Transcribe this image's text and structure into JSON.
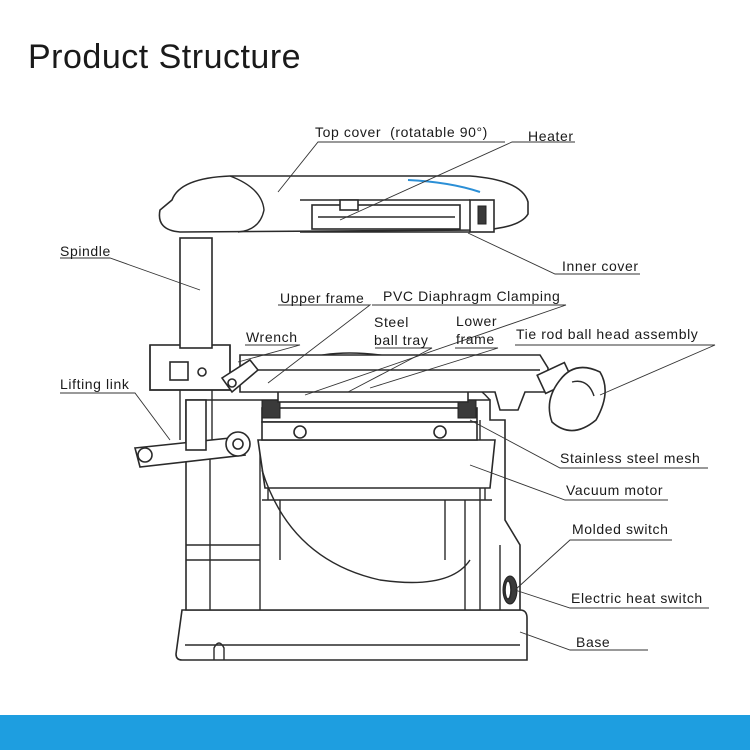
{
  "title": "Product  Structure",
  "colors": {
    "footer_bar": "#1e9ee0",
    "accent_line": "#2b8fd6"
  },
  "labels": {
    "top_cover": "Top cover  (rotatable 90°)",
    "heater": "Heater",
    "inner_cover": "Inner cover",
    "spindle": "Spindle",
    "upper_frame": "Upper frame",
    "pvc_clamping": "PVC Diaphragm Clamping",
    "steel_ball_tray_1": "Steel",
    "steel_ball_tray_2": "ball tray",
    "lower_frame_1": "Lower",
    "lower_frame_2": "frame",
    "tie_rod": "Tie rod ball head assembly",
    "wrench": "Wrench",
    "lifting_link": "Lifting link",
    "stainless_mesh": "Stainless steel mesh",
    "vacuum_motor": "Vacuum motor",
    "molded_switch": "Molded switch",
    "heat_switch": "Electric heat switch",
    "base": "Base"
  }
}
